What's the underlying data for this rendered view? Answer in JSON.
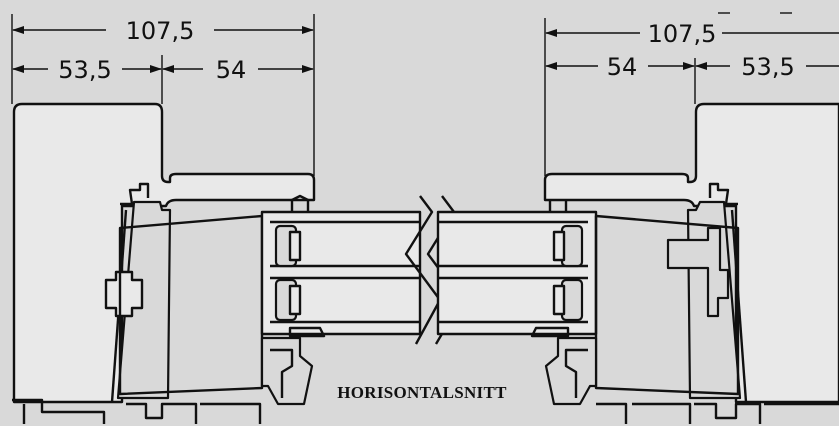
{
  "drawing": {
    "caption": "HORISONTALSNITT",
    "left": {
      "total": "107,5",
      "part_a": "53,5",
      "part_b": "54"
    },
    "right": {
      "total": "107,5",
      "part_a": "54",
      "part_b": "53,5"
    }
  }
}
